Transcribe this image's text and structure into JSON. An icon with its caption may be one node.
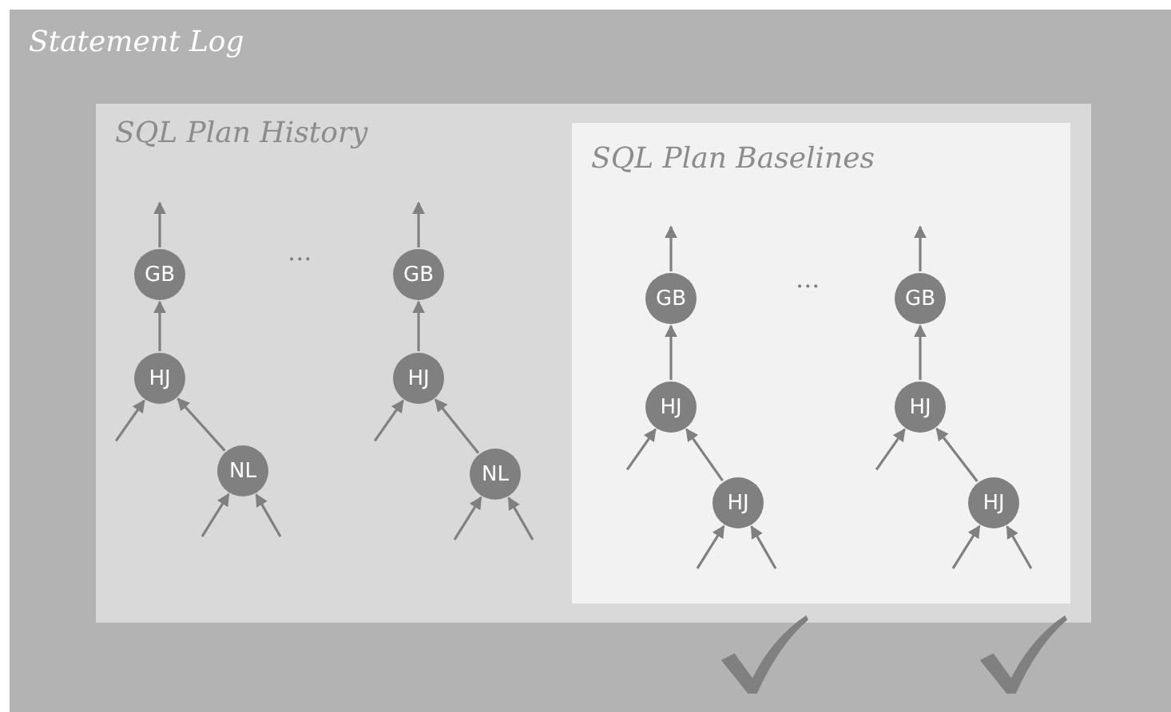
{
  "diagram": {
    "nodes": [
      {
        "text": [
          "Statement Log"
        ]
      },
      {
        "text": [
          "SQL Plan History"
        ],
        "in": 0
      },
      {
        "text": [
          "GB"
        ],
        "in": 1
      },
      {
        "text": [
          "HJ"
        ],
        "in": 1
      },
      {
        "text": [
          "NL"
        ],
        "in": 1
      },
      {
        "text": [
          "GB"
        ],
        "in": 1
      },
      {
        "text": [
          "HJ"
        ],
        "in": 1
      },
      {
        "text": [
          "NL"
        ],
        "in": 1
      },
      {
        "text": [
          "SQL Plan Baselines"
        ],
        "in": 1
      },
      {
        "text": [
          "GB"
        ],
        "in": 8
      },
      {
        "text": [
          "HJ"
        ],
        "in": 8
      },
      {
        "text": [
          "HJ"
        ],
        "in": 8
      },
      {
        "text": [
          "GB"
        ],
        "in": 8
      },
      {
        "text": [
          "HJ"
        ],
        "in": 8
      },
      {
        "text": [
          "HJ"
        ],
        "in": 8
      }
    ],
    "edges": [
      {
        "from": 2,
        "to": null,
        "arrow": "to"
      },
      {
        "from": 3,
        "to": 2,
        "arrow": "to"
      },
      {
        "from": null,
        "to": 3,
        "arrow": "to"
      },
      {
        "from": 4,
        "to": 3,
        "arrow": "to"
      },
      {
        "from": null,
        "to": 4,
        "arrow": "to"
      },
      {
        "from": null,
        "to": 4,
        "arrow": "to"
      },
      {
        "from": 5,
        "to": null,
        "arrow": "to"
      },
      {
        "from": 6,
        "to": 5,
        "arrow": "to"
      },
      {
        "from": null,
        "to": 6,
        "arrow": "to"
      },
      {
        "from": 7,
        "to": 6,
        "arrow": "to"
      },
      {
        "from": null,
        "to": 7,
        "arrow": "to"
      },
      {
        "from": null,
        "to": 7,
        "arrow": "to"
      },
      {
        "from": 9,
        "to": null,
        "arrow": "to"
      },
      {
        "from": 10,
        "to": 9,
        "arrow": "to"
      },
      {
        "from": null,
        "to": 10,
        "arrow": "to"
      },
      {
        "from": 11,
        "to": 10,
        "arrow": "to"
      },
      {
        "from": null,
        "to": 11,
        "arrow": "to"
      },
      {
        "from": null,
        "to": 11,
        "arrow": "to"
      },
      {
        "from": 12,
        "to": null,
        "arrow": "to"
      },
      {
        "from": 13,
        "to": 12,
        "arrow": "to"
      },
      {
        "from": null,
        "to": 13,
        "arrow": "to"
      },
      {
        "from": 14,
        "to": 13,
        "arrow": "to"
      },
      {
        "from": null,
        "to": 14,
        "arrow": "to"
      },
      {
        "from": null,
        "to": 14,
        "arrow": "to"
      }
    ],
    "labels": [
      "...",
      "..."
    ]
  }
}
